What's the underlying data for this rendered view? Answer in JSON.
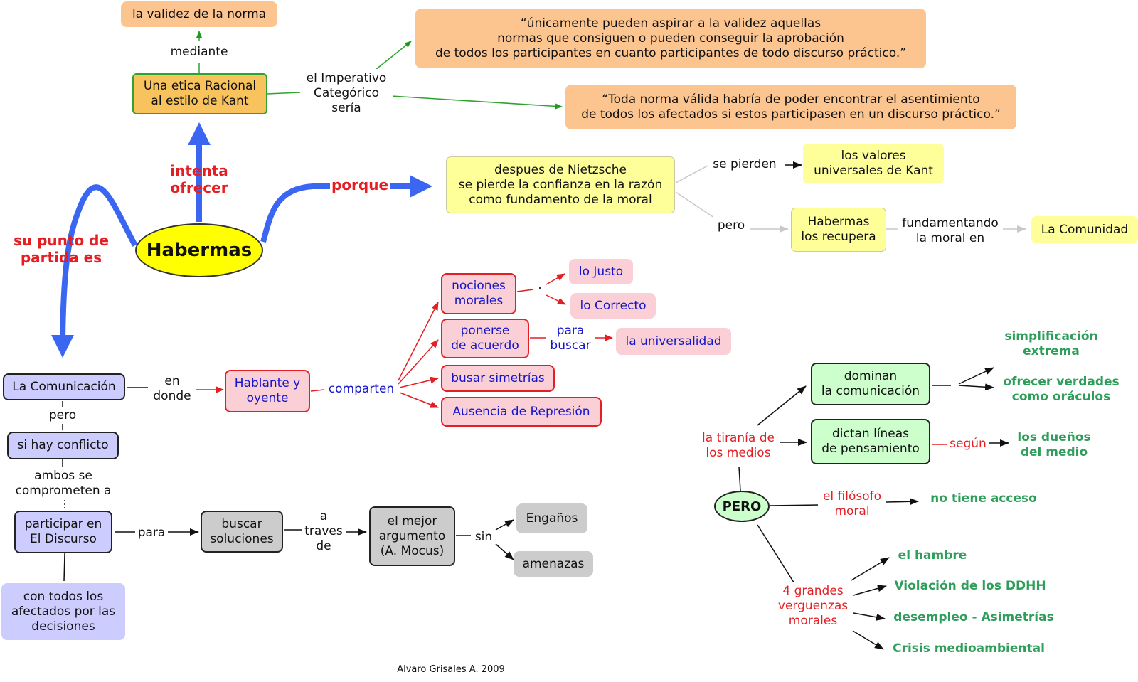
{
  "nodes": {
    "validez_norma": "la validez de la norma",
    "etica_kant": "Una etica Racional\nal estilo de Kant",
    "quote1": "“únicamente pueden aspirar a la validez aquellas\nnormas que consiguen o pueden conseguir la aprobación\nde todos los participantes en cuanto participantes de todo discurso práctico.”",
    "quote2": "“Toda norma válida habría de poder encontrar el asentimiento\nde todos los afectados si estos participasen en un discurso práctico.”",
    "nietzsche": "despues de Nietzsche\nse pierde la confianza en la razón\ncomo fundamento de la moral",
    "valores_kant": "los valores\nuniversales de Kant",
    "habermas_recupera": "Habermas\nlos recupera",
    "la_comunidad": "La Comunidad",
    "habermas": "Habermas",
    "comunicacion": "La Comunicación",
    "hablante_oyente": "Hablante y\noyente",
    "nociones_morales": "nociones\nmorales",
    "lo_justo": "lo Justo",
    "lo_correcto": "lo Correcto",
    "ponerse_acuerdo": "ponerse\nde acuerdo",
    "universalidad": "la universalidad",
    "simetrias": "busar simetrías",
    "ausencia_represion": "Ausencia de Represión",
    "conflicto": "si hay conflicto",
    "participar_discurso": "participar en\nEl Discurso",
    "afectados": "con todos los\nafectados por las\ndecisiones",
    "buscar_soluciones": "buscar\nsoluciones",
    "mejor_argumento": "el mejor\nargumento\n(A. Mocus)",
    "enganos": "Engaños",
    "amenazas": "amenazas",
    "pero_node": "PERO",
    "dominan": "dominan\nla comunicación",
    "dictan": "dictan líneas\nde pensamiento",
    "simplificacion": "simplificación\nextrema",
    "verdades": "ofrecer verdades\ncomo oráculos",
    "duenos": "los dueños\ndel medio",
    "no_acceso": "no tiene acceso",
    "hambre": "el hambre",
    "ddhh": "Violación de los DDHH",
    "desempleo": "desempleo - Asimetrías",
    "crisis": "Crisis medioambiental"
  },
  "links": {
    "mediante": "mediante",
    "imperativo": "el Imperativo\nCategórico\nsería",
    "intenta_ofrecer": "intenta\nofrecer",
    "porque": "porque",
    "punto_partida": "su punto de\npartida es",
    "se_pierden": "se pierden",
    "pero_lower": "pero",
    "fundamentando": "fundamentando\nla moral en",
    "en_donde": "en\ndonde",
    "comparten": "comparten",
    "dot": "·",
    "para_buscar": "para\nbuscar",
    "pero_comm": "pero",
    "ambos": "ambos se\ncomprometen a",
    "para": "para",
    "a_traves": "a\ntraves\nde",
    "sin": "sin",
    "tirania": "la tiranía de\nlos medios",
    "segun": "según",
    "filosofo": "el filósofo\nmoral",
    "verguenzas": "4 grandes\nverguenzas\nmorales"
  },
  "footer": "Alvaro Grisales A. 2009",
  "colors": {
    "blue_arrow": "#3a66f2",
    "green_line": "#2ea32e",
    "red_line": "#e41f24",
    "gray_line": "#c8c8c8",
    "black_line": "#111111"
  }
}
